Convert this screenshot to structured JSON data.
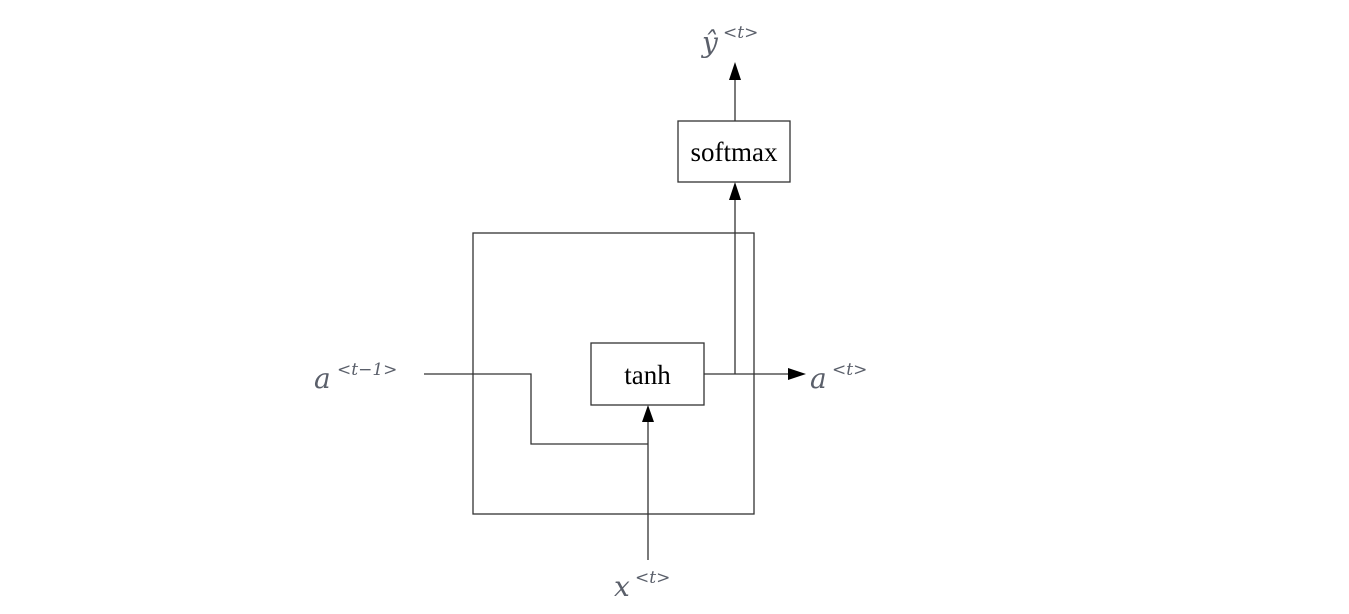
{
  "diagram": {
    "blocks": {
      "tanh": "tanh",
      "softmax": "softmax"
    },
    "labels": {
      "prev_activation": {
        "base": "a",
        "sup": "<t−1>"
      },
      "activation": {
        "base": "a",
        "sup": "<t>"
      },
      "input": {
        "base": "x",
        "sup": "<t>"
      },
      "output": {
        "base": "ŷ",
        "sup": "<t>"
      }
    },
    "colors": {
      "line": "#333333",
      "label": "#5a5f6a"
    }
  }
}
